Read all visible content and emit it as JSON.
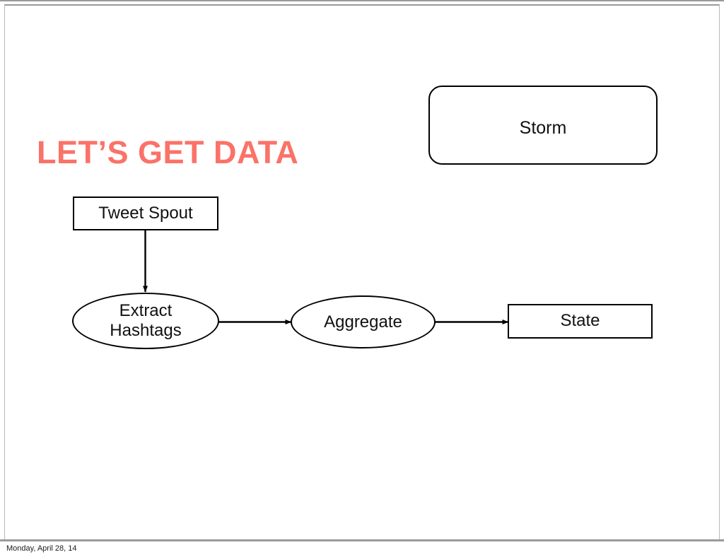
{
  "slide": {
    "title": "LET’S GET DATA",
    "title_color": "#fa7268",
    "background_color": "#ffffff",
    "border_color": "#9a9a9a"
  },
  "storm": {
    "label": "Storm",
    "stroke_color": "#000000"
  },
  "diagram": {
    "type": "flow",
    "stroke_color": "#000000",
    "nodes": [
      {
        "id": "tweet-spout",
        "label": "Tweet Spout",
        "shape": "rectangle"
      },
      {
        "id": "extract-hashtags",
        "label": "Extract\nHashtags",
        "shape": "ellipse"
      },
      {
        "id": "aggregate",
        "label": "Aggregate",
        "shape": "ellipse"
      },
      {
        "id": "state",
        "label": "State",
        "shape": "rectangle"
      }
    ],
    "edges": [
      {
        "from": "tweet-spout",
        "to": "extract-hashtags",
        "direction": "down"
      },
      {
        "from": "extract-hashtags",
        "to": "aggregate",
        "direction": "right"
      },
      {
        "from": "aggregate",
        "to": "state",
        "direction": "right"
      }
    ]
  },
  "footer": {
    "date": "Monday, April 28, 14"
  }
}
